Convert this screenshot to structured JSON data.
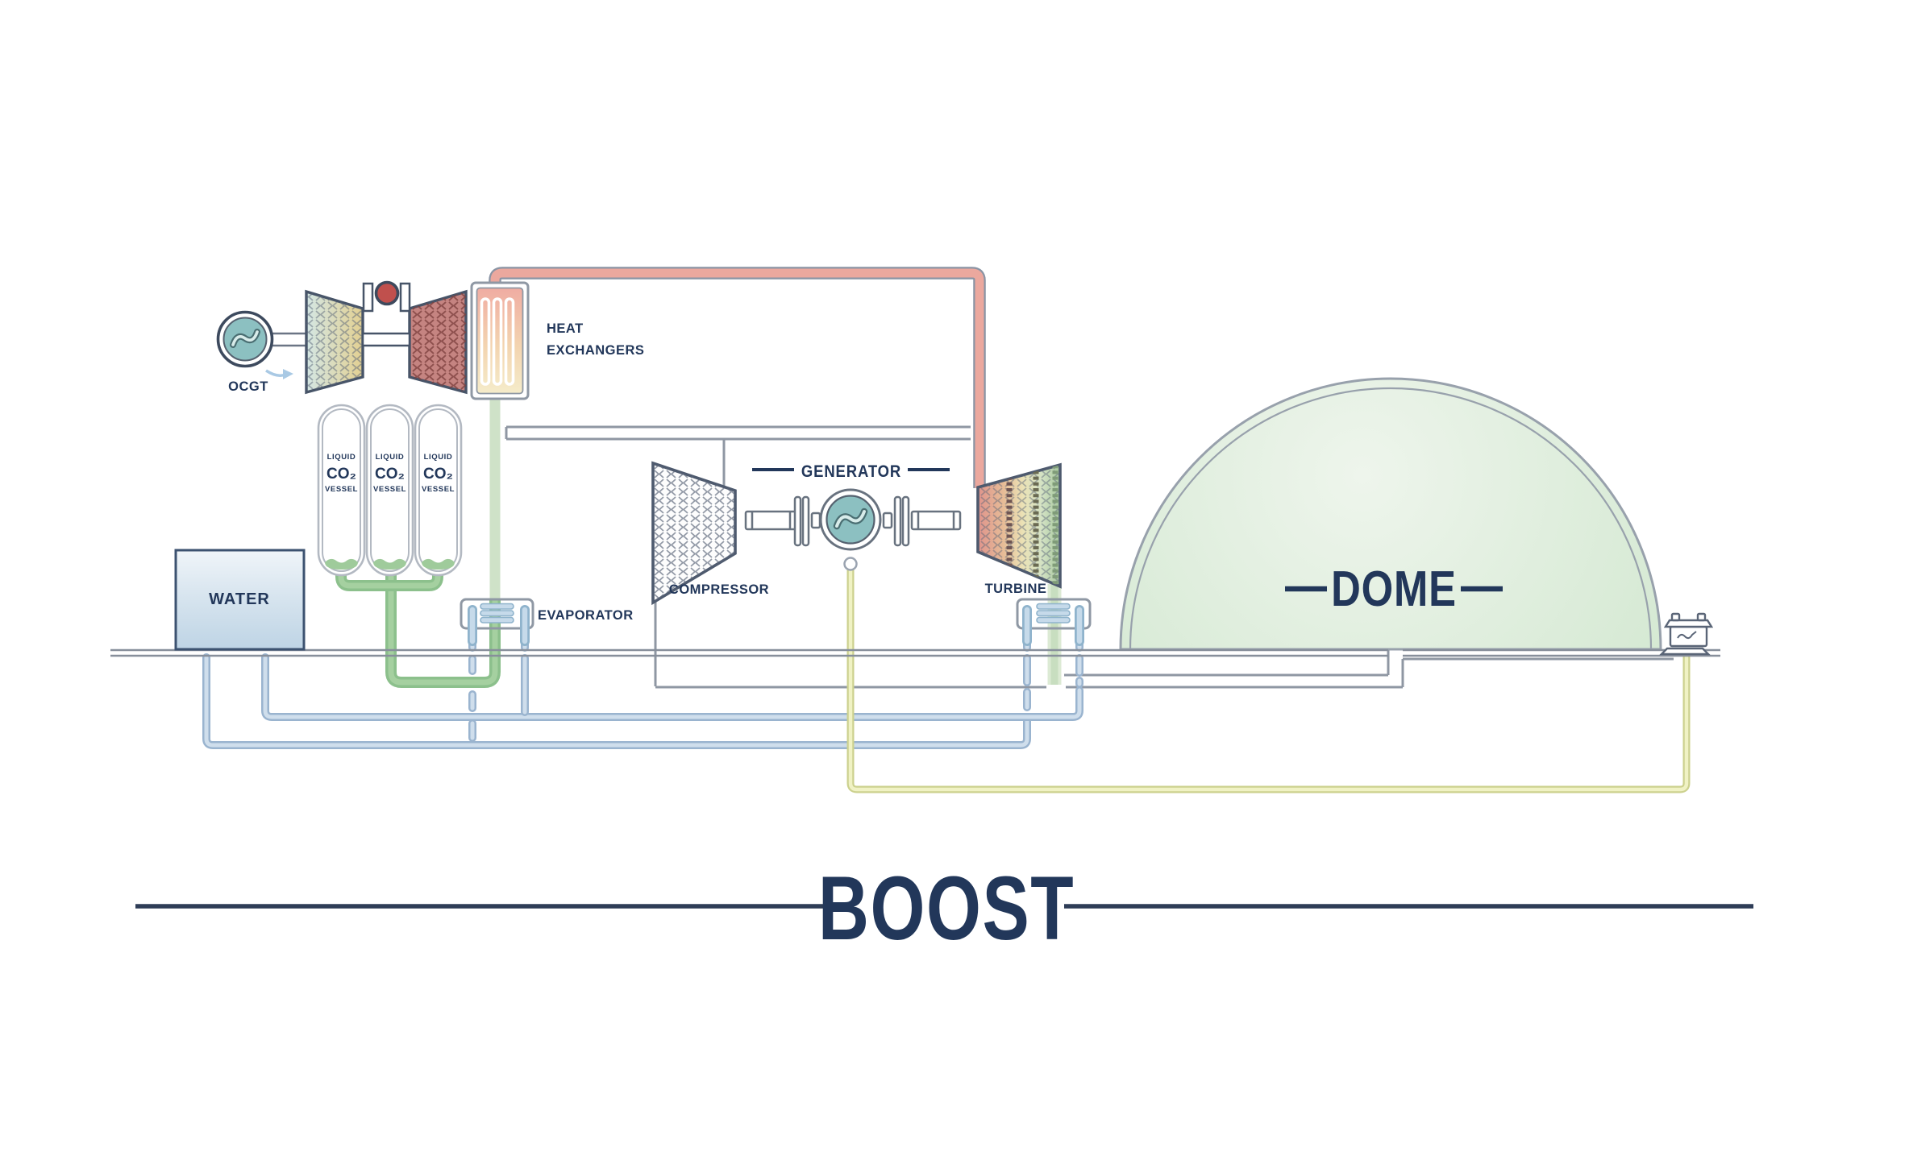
{
  "diagram": {
    "title": "BOOST",
    "type": "process-schematic",
    "labels": {
      "ocgt": "OCGT",
      "heat_exchangers_line1": "HEAT",
      "heat_exchangers_line2": "EXCHANGERS",
      "vessel_line1": "LIQUID",
      "vessel_co2": "CO₂",
      "vessel_line3": "VESSEL",
      "water": "WATER",
      "evaporator": "EVAPORATOR",
      "compressor": "COMPRESSOR",
      "generator": "GENERATOR",
      "turbine": "TURBINE",
      "dome": "DOME",
      "boost": "BOOST"
    },
    "icons": [
      "ocgt-generator-icon",
      "combustor-icon",
      "ocgt-compressor-icon",
      "ocgt-turbine-icon",
      "heat-exchanger-icon",
      "co2-vessel-icon",
      "water-tank-icon",
      "evaporator-icon",
      "compressor-icon",
      "generator-icon",
      "turbine-icon",
      "condenser-icon",
      "dome-icon",
      "transformer-icon",
      "flow-arrow-icon"
    ],
    "colors": {
      "label_navy": "#22375a",
      "rule_navy": "#2e3d57",
      "hot_co2_pipe": "#eba89e",
      "liquid_co2_pipe": "#8cc08c",
      "cool_co2_pipe": "#cfe2c8",
      "water_pipe_fill": "#c3d4e6",
      "water_pipe_edge": "#9ab4cf",
      "power_line_fill": "#f0f2c4",
      "power_line_edge": "#ccd18e",
      "machine_teal": "#8cc0c1",
      "combustor_red": "#c0504d",
      "dome_fill": "#dcecda",
      "structure_gray": "#8a929e",
      "water_tank_fill": "#cfe0ed"
    }
  }
}
